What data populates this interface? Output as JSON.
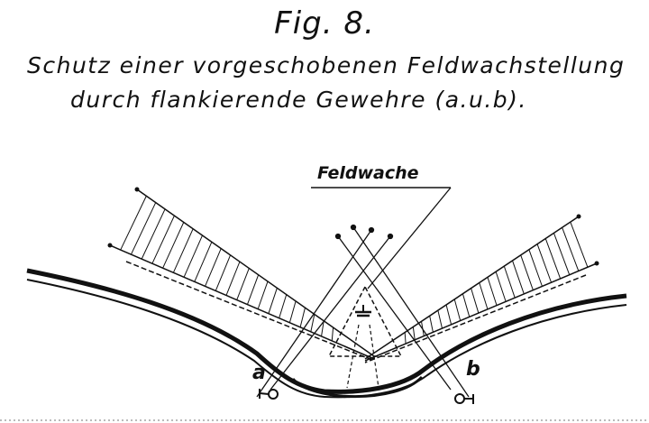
{
  "figure": {
    "title": "Fig. 8.",
    "caption_line1": "Schutz einer vorgeschobenen Feldwachstellung",
    "caption_line2": "durch flankierende Gewehre (a.u.b)."
  },
  "labels": {
    "feldwache": "Feldwache",
    "a": "a",
    "b": "b"
  }
}
